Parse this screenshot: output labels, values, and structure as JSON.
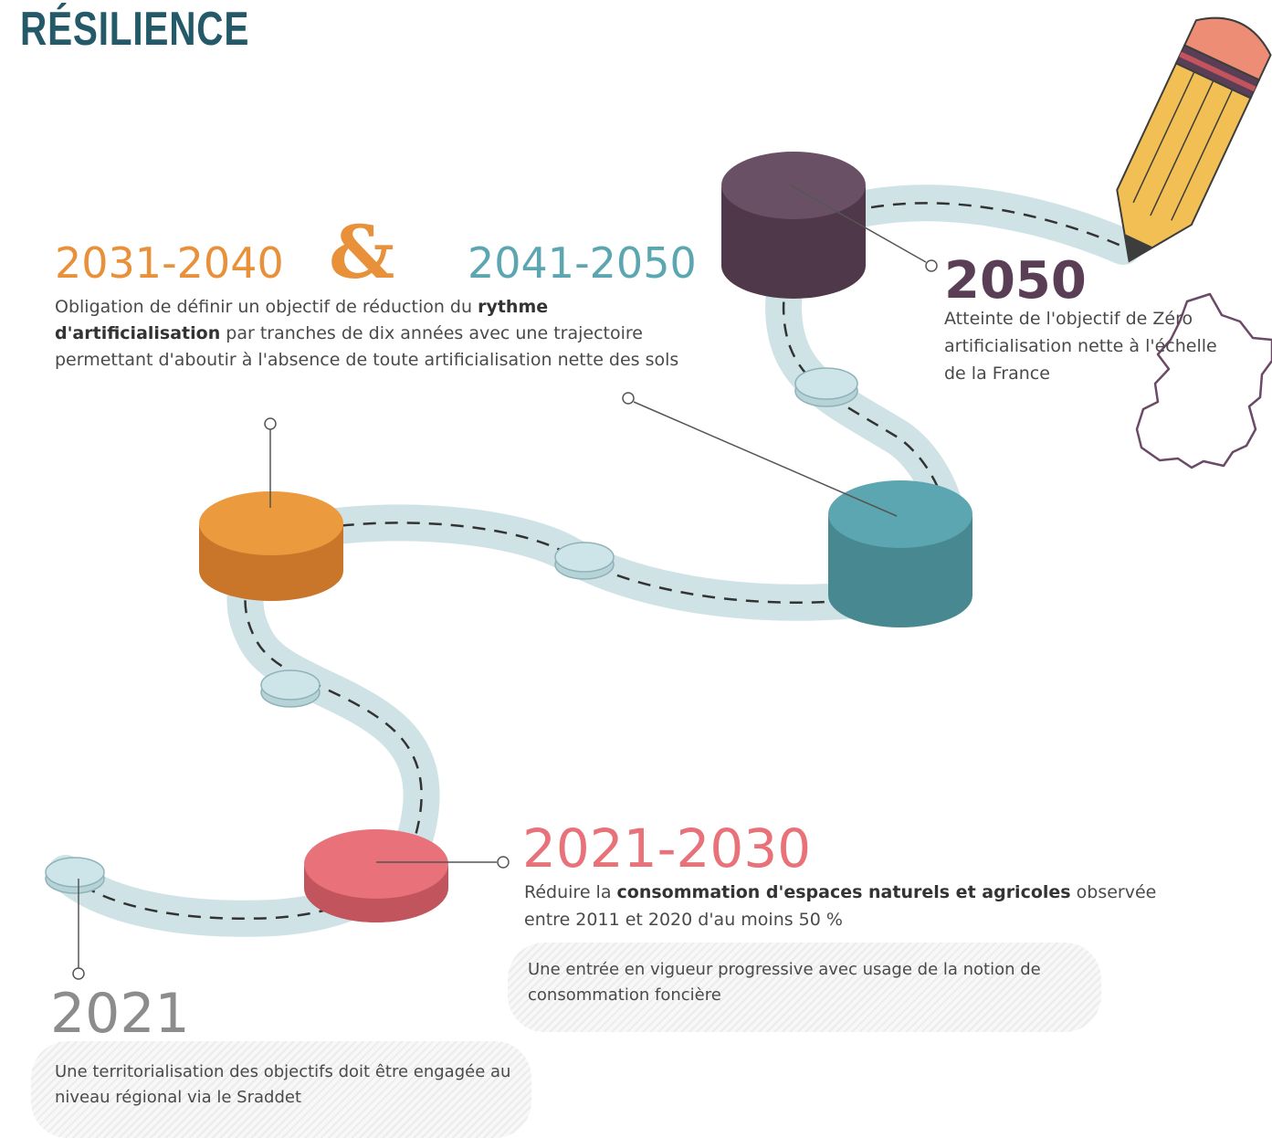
{
  "title": "RÉSILIENCE",
  "colors": {
    "title": "#24596a",
    "orange": "#e8913a",
    "teal": "#5ba6b1",
    "purple": "#5a3e55",
    "pink": "#e8717a",
    "grey": "#8c8c8c",
    "road": "#cfe3e6"
  },
  "periods": {
    "p2031_2040": {
      "year": "2031-2040"
    },
    "ampersand": "&",
    "p2041_2050": {
      "year": "2041-2050"
    },
    "shared_desc": {
      "t1": "Obligation de définir un objectif de réduction du ",
      "b1": "rythme d'artificialisation",
      "t2": " par tranches de dix années avec une trajectoire permettant d'aboutir à l'absence de toute artificialisation nette des sols"
    },
    "p2050": {
      "year": "2050",
      "desc": "Atteinte de l'objectif de Zéro artificialisation nette à l'échelle de la France"
    },
    "p2021_2030": {
      "year": "2021-2030",
      "t1": "Réduire la ",
      "b1": "consommation d'espaces naturels et agricoles",
      "t2": " observée entre 2011 et 2020 d'au moins 50 %",
      "note": "Une entrée en vigueur progressive avec usage de la notion de consommation foncière"
    },
    "p2021": {
      "year": "2021",
      "note": "Une territorialisation des objectifs doit être engagée au niveau régional via le Sraddet"
    }
  },
  "icons": {
    "pencil": "pencil-icon",
    "france_map": "france-map-icon"
  }
}
